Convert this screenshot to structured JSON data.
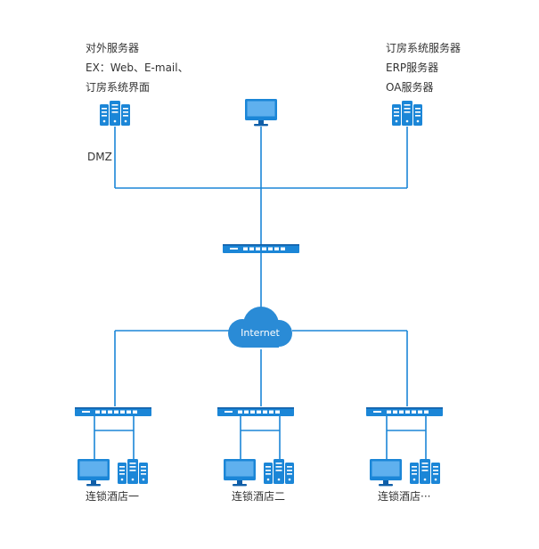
{
  "colors": {
    "line": "#1b86d7",
    "dark": "#0f5ea8",
    "screen": "#5fb0ee",
    "cloud": "#2a8bd6",
    "text": "#333333"
  },
  "top_left_server": {
    "lines": [
      "对外服务器",
      "EX：Web、E-mail、",
      "订房系统界面"
    ]
  },
  "top_right_server": {
    "lines": [
      "订房系统服务器",
      "ERP服务器",
      "OA服务器"
    ]
  },
  "dmz_label": "DMZ",
  "cloud_label": "Internet",
  "branches": [
    {
      "label": "连锁酒店一"
    },
    {
      "label": "连锁酒店二"
    },
    {
      "label": "连锁酒店···"
    }
  ],
  "icons": {
    "server": "server-icon",
    "monitor": "monitor-icon",
    "switch": "switch-icon",
    "cloud": "cloud-icon"
  }
}
